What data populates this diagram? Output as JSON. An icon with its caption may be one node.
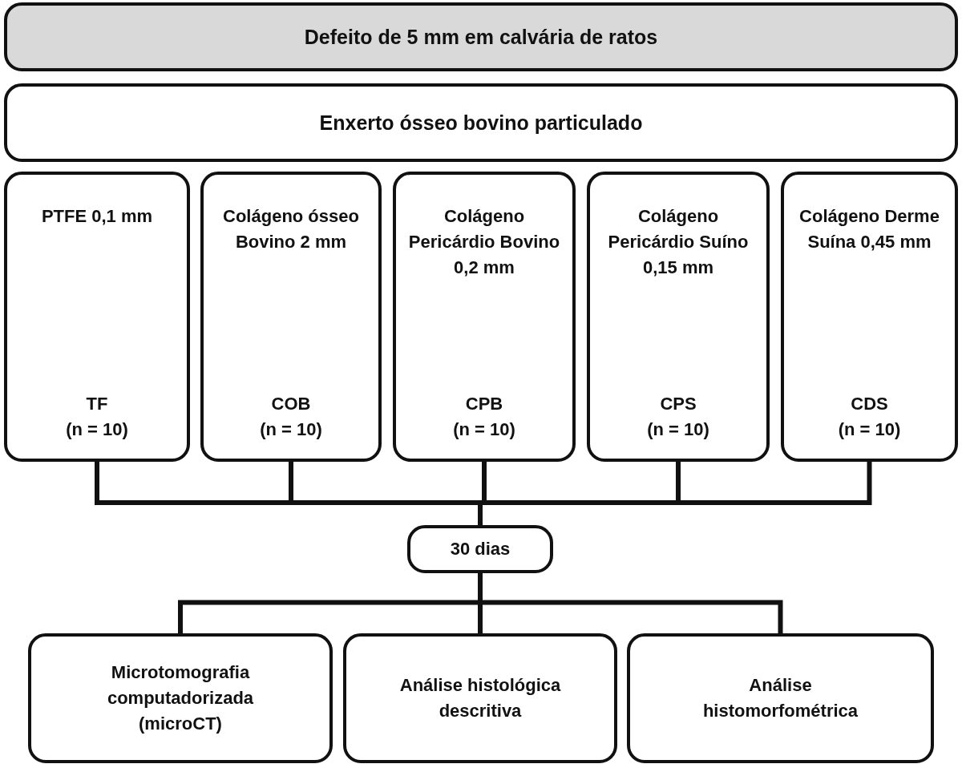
{
  "diagram": {
    "nodes": [
      {
        "text": [
          "Defeito de 5 mm em calvária de ratos"
        ]
      },
      {
        "text": [
          "Enxerto ósseo bovino particulado"
        ]
      },
      {
        "text": [
          "PTFE 0,1 mm",
          "TF",
          "(n = 10)"
        ]
      },
      {
        "text": [
          "Colágeno ósseo Bovino 2 mm",
          "COB",
          "(n = 10)"
        ]
      },
      {
        "text": [
          "Colágeno Pericárdio Bovino 0,2 mm",
          "CPB",
          "(n = 10)"
        ]
      },
      {
        "text": [
          "Colágeno Pericárdio Suíno 0,15 mm",
          "CPS",
          "(n = 10)"
        ]
      },
      {
        "text": [
          "Colágeno Derme Suína 0,45 mm",
          "CDS",
          "(n = 10)"
        ]
      },
      {
        "text": [
          "30 dias"
        ]
      },
      {
        "text": [
          "Microtomografia computadorizada (microCT)"
        ]
      },
      {
        "text": [
          "Análise histológica descritiva"
        ]
      },
      {
        "text": [
          "Análise histomorfométrica"
        ]
      }
    ],
    "edges": [
      {
        "from": 2,
        "to": 7,
        "arrow": "none"
      },
      {
        "from": 3,
        "to": 7,
        "arrow": "none"
      },
      {
        "from": 4,
        "to": 7,
        "arrow": "none"
      },
      {
        "from": 5,
        "to": 7,
        "arrow": "none"
      },
      {
        "from": 6,
        "to": 7,
        "arrow": "none"
      },
      {
        "from": 7,
        "to": 8,
        "arrow": "none"
      },
      {
        "from": 7,
        "to": 9,
        "arrow": "none"
      },
      {
        "from": 7,
        "to": 10,
        "arrow": "none"
      }
    ]
  }
}
